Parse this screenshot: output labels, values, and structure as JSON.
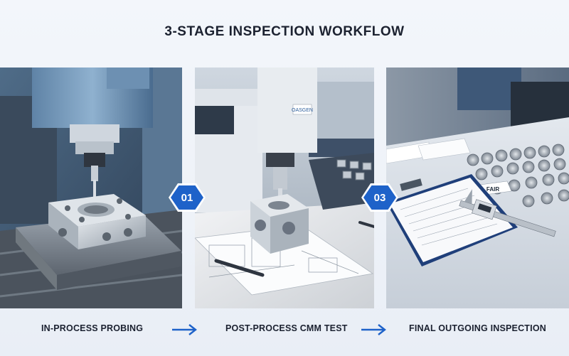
{
  "title": "3-STAGE INSPECTION WORKFLOW",
  "stages": [
    {
      "badge": "01",
      "caption": "IN-PROCESS PROBING"
    },
    {
      "badge": "",
      "caption": "POST-PROCESS CMM TEST"
    },
    {
      "badge": "03",
      "caption": "FINAL OUTGOING INSPECTION"
    }
  ],
  "panel2_machine_label": "OASGEN",
  "panel3_tag_label": "FAIR",
  "colors": {
    "accent": "#1e62c9",
    "title": "#1c2230"
  },
  "icons": {
    "flow_arrow": "right-arrow-icon",
    "badge_shape": "hexagon"
  }
}
